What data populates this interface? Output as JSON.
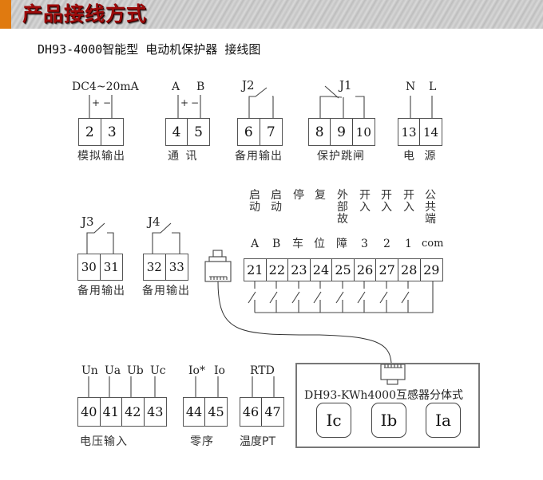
{
  "header": {
    "banner_title": "产品接线方式",
    "subtitle": "DH93-4000智能型 电动机保护器 接线图",
    "accent_color": "#e07a10",
    "title_color": "#9c0a0a"
  },
  "groups": {
    "analog_output": {
      "signal": "DC4~20mA",
      "plus": "+",
      "minus": "−",
      "terminals": [
        "2",
        "3"
      ],
      "caption": "模拟输出"
    },
    "communication": {
      "pins": [
        "A",
        "B"
      ],
      "plus": "+",
      "minus": "−",
      "terminals": [
        "4",
        "5"
      ],
      "caption": "通  讯"
    },
    "spare_output_j2": {
      "relay": "J2",
      "terminals": [
        "6",
        "7"
      ],
      "caption": "备用输出"
    },
    "trip_j1": {
      "relay": "J1",
      "terminals": [
        "8",
        "9",
        "10"
      ],
      "caption": "保护跳闸"
    },
    "power": {
      "pins": [
        "N",
        "L"
      ],
      "terminals": [
        "13",
        "14"
      ],
      "caption": "电  源"
    },
    "spare_output_j3": {
      "relay": "J3",
      "terminals": [
        "30",
        "31"
      ],
      "caption": "备用输出"
    },
    "spare_output_j4": {
      "relay": "J4",
      "terminals": [
        "32",
        "33"
      ],
      "caption": "备用输出"
    },
    "digital_inputs": {
      "columns": [
        {
          "line1": "启",
          "line2": "动",
          "line3": "",
          "line4": "A",
          "terminal": "21"
        },
        {
          "line1": "启",
          "line2": "动",
          "line3": "",
          "line4": "B",
          "terminal": "22"
        },
        {
          "line1": "停",
          "line2": "",
          "line3": "",
          "line4": "车",
          "terminal": "23"
        },
        {
          "line1": "复",
          "line2": "",
          "line3": "",
          "line4": "位",
          "terminal": "24"
        },
        {
          "line1": "外",
          "line2": "部",
          "line3": "故",
          "line4": "障",
          "terminal": "25"
        },
        {
          "line1": "开",
          "line2": "入",
          "line3": "",
          "line4": "3",
          "terminal": "26"
        },
        {
          "line1": "开",
          "line2": "入",
          "line3": "",
          "line4": "2",
          "terminal": "27"
        },
        {
          "line1": "开",
          "line2": "入",
          "line3": "",
          "line4": "1",
          "terminal": "28"
        },
        {
          "line1": "公",
          "line2": "共",
          "line3": "端",
          "line4": "com",
          "terminal": "29"
        }
      ]
    },
    "voltage_input": {
      "pins": [
        "Un",
        "Ua",
        "Ub",
        "Uc"
      ],
      "terminals": [
        "40",
        "41",
        "42",
        "43"
      ],
      "caption": "电压输入"
    },
    "zero_sequence": {
      "pins": [
        "Io*",
        "Io"
      ],
      "terminals": [
        "44",
        "45"
      ],
      "caption": "零序"
    },
    "temperature": {
      "pins": [
        "RTD"
      ],
      "terminals": [
        "46",
        "47"
      ],
      "caption": "温度PT"
    },
    "ct_module": {
      "title": "DH93-KWh4000互感器分体式",
      "cts": [
        "Ic",
        "Ib",
        "Ia"
      ]
    }
  }
}
